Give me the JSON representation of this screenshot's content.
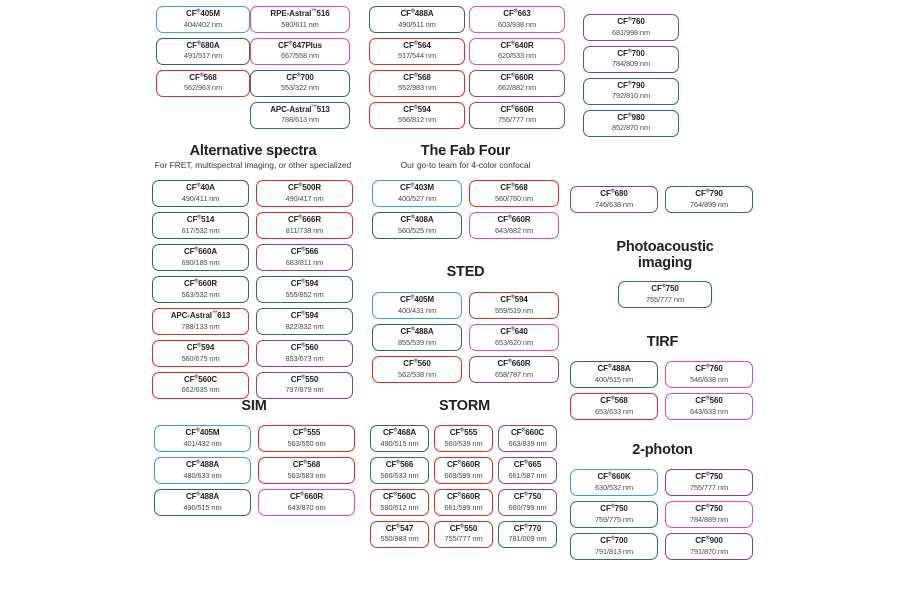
{
  "page": {
    "background": "#ffffff",
    "palette": {
      "blue": "#3d9ee0",
      "green": "#2f6b4f",
      "red": "#e02b2b",
      "magenta": "#e0499b",
      "pink": "#ec4a9a",
      "purple": "#8d3f8f",
      "teal": "#2c6f6b",
      "darkred": "#c0392b",
      "grey": "#808080"
    }
  },
  "sections": [
    {
      "id": "top-col-1",
      "title": "",
      "subtitle": "",
      "columns": 1,
      "cards": [
        {
          "name": "CF",
          "sup": "®",
          "suffix": "405M",
          "spec": "404/402 nm",
          "color": "blue"
        },
        {
          "name": "CF",
          "sup": "®",
          "suffix": "680A",
          "spec": "491/517 nm",
          "color": "green"
        },
        {
          "name": "CF",
          "sup": "®",
          "suffix": "568",
          "spec": "562/963 nm",
          "color": "red"
        }
      ]
    },
    {
      "id": "top-col-2",
      "title": "",
      "subtitle": "",
      "columns": 1,
      "cards": [
        {
          "name": "RPE-Astral",
          "sup": "™",
          "suffix": "516",
          "spec": "580/611 nm",
          "color": "pink"
        },
        {
          "name": "CF",
          "sup": "®",
          "suffix": "647Plus",
          "spec": "667/558 nm",
          "color": "magenta"
        },
        {
          "name": "CF",
          "sup": "®",
          "suffix": "700",
          "spec": "553/322 nm",
          "color": "teal"
        },
        {
          "name": "APC-Astral",
          "sup": "™",
          "suffix": "513",
          "spec": "788/613 nm",
          "color": "teal"
        }
      ]
    },
    {
      "id": "top-col-3",
      "title": "",
      "subtitle": "",
      "columns": 1,
      "cards": [
        {
          "name": "CF",
          "sup": "®",
          "suffix": "488A",
          "spec": "490/511 nm",
          "color": "green"
        },
        {
          "name": "CF",
          "sup": "®",
          "suffix": "564",
          "spec": "517/544 nm",
          "color": "red"
        },
        {
          "name": "CF",
          "sup": "®",
          "suffix": "568",
          "spec": "552/983 nm",
          "color": "red"
        },
        {
          "name": "CF",
          "sup": "®",
          "suffix": "594",
          "spec": "556/812 nm",
          "color": "red"
        }
      ]
    },
    {
      "id": "top-col-4",
      "title": "",
      "subtitle": "",
      "columns": 1,
      "cards": [
        {
          "name": "CF",
          "sup": "®",
          "suffix": "663",
          "spec": "603/938 nm",
          "color": "pink"
        },
        {
          "name": "CF",
          "sup": "®",
          "suffix": "640R",
          "spec": "620/533 nm",
          "color": "pink"
        },
        {
          "name": "CF",
          "sup": "®",
          "suffix": "660R",
          "spec": "662/882 nm",
          "color": "purple"
        },
        {
          "name": "CF",
          "sup": "®",
          "suffix": "660R",
          "spec": "755/777 nm",
          "color": "purple"
        }
      ]
    },
    {
      "id": "top-col-5",
      "title": "",
      "subtitle": "",
      "columns": 1,
      "cards": [
        {
          "name": "CF",
          "sup": "®",
          "suffix": "760",
          "spec": "681/998 nm",
          "color": "purple"
        },
        {
          "name": "CF",
          "sup": "®",
          "suffix": "700",
          "spec": "784/809 nm",
          "color": "purple"
        },
        {
          "name": "CF",
          "sup": "®",
          "suffix": "790",
          "spec": "792/810 nm",
          "color": "teal"
        },
        {
          "name": "CF",
          "sup": "®",
          "suffix": "980",
          "spec": "852/870 nm",
          "color": "teal"
        }
      ]
    },
    {
      "id": "alternative-spectra",
      "title": "Alternative spectra",
      "subtitle": "For FRET, multispectral imaging, or other specialized",
      "columns": 2,
      "cards": [
        {
          "name": "CF",
          "sup": "®",
          "suffix": "40A",
          "spec": "490/411 nm",
          "color": "green"
        },
        {
          "name": "CF",
          "sup": "®",
          "suffix": "500R",
          "spec": "490/417 nm",
          "color": "red"
        },
        {
          "name": "CF",
          "sup": "®",
          "suffix": "514",
          "spec": "617/532 nm",
          "color": "green"
        },
        {
          "name": "CF",
          "sup": "®",
          "suffix": "666R",
          "spec": "811/738 nm",
          "color": "red"
        },
        {
          "name": "CF",
          "sup": "®",
          "suffix": "660A",
          "spec": "690/185 nm",
          "color": "green"
        },
        {
          "name": "CF",
          "sup": "®",
          "suffix": "566",
          "spec": "683/811 nm",
          "color": "purple"
        },
        {
          "name": "CF",
          "sup": "®",
          "suffix": "660R",
          "spec": "563/532 nm",
          "color": "green"
        },
        {
          "name": "CF",
          "sup": "®",
          "suffix": "594",
          "spec": "555/852 nm",
          "color": "teal"
        },
        {
          "name": "APC-Astral",
          "sup": "™",
          "suffix": "613",
          "spec": "788/133 nm",
          "color": "darkred"
        },
        {
          "name": "CF",
          "sup": "®",
          "suffix": "594",
          "spec": "822/832 nm",
          "color": "teal"
        },
        {
          "name": "CF",
          "sup": "®",
          "suffix": "594",
          "spec": "560/675 nm",
          "color": "red"
        },
        {
          "name": "CF",
          "sup": "®",
          "suffix": "560",
          "spec": "853/673 nm",
          "color": "purple"
        },
        {
          "name": "CF",
          "sup": "®",
          "suffix": "560C",
          "spec": "662/635 nm",
          "color": "red"
        },
        {
          "name": "CF",
          "sup": "®",
          "suffix": "550",
          "spec": "797/879 nm",
          "color": "purple"
        }
      ]
    },
    {
      "id": "fab-four",
      "title": "The Fab Four",
      "subtitle": "Our go-to team for 4-color confocal",
      "columns": 2,
      "cards": [
        {
          "name": "CF",
          "sup": "®",
          "suffix": "403M",
          "spec": "400/527 nm",
          "color": "blue"
        },
        {
          "name": "CF",
          "sup": "®",
          "suffix": "568",
          "spec": "560/760 nm",
          "color": "red"
        },
        {
          "name": "CF",
          "sup": "®",
          "suffix": "408A",
          "spec": "560/525 nm",
          "color": "green"
        },
        {
          "name": "CF",
          "sup": "®",
          "suffix": "660R",
          "spec": "643/682 nm",
          "color": "pink"
        }
      ]
    },
    {
      "id": "sted",
      "title": "STED",
      "subtitle": "",
      "columns": 2,
      "cards": [
        {
          "name": "CF",
          "sup": "®",
          "suffix": "405M",
          "spec": "400/431 nm",
          "color": "blue"
        },
        {
          "name": "CF",
          "sup": "®",
          "suffix": "594",
          "spec": "559/519 nm",
          "color": "darkred"
        },
        {
          "name": "CF",
          "sup": "®",
          "suffix": "488A",
          "spec": "855/539 nm",
          "color": "green"
        },
        {
          "name": "CF",
          "sup": "®",
          "suffix": "640",
          "spec": "653/620 nm",
          "color": "pink"
        },
        {
          "name": "CF",
          "sup": "®",
          "suffix": "560",
          "spec": "562/538 nm",
          "color": "red"
        },
        {
          "name": "CF",
          "sup": "®",
          "suffix": "660R",
          "spec": "658/787 nm",
          "color": "purple"
        }
      ]
    },
    {
      "id": "right-pair",
      "title": "",
      "subtitle": "",
      "columns": 2,
      "cards": [
        {
          "name": "CF",
          "sup": "®",
          "suffix": "680",
          "spec": "746/638 nm",
          "color": "purple"
        },
        {
          "name": "CF",
          "sup": "®",
          "suffix": "790",
          "spec": "764/899 nm",
          "color": "teal"
        }
      ]
    },
    {
      "id": "photoacoustic",
      "title": "Photoacoustic imaging",
      "subtitle": "",
      "columns": 1,
      "cards": [
        {
          "name": "CF",
          "sup": "®",
          "suffix": "750",
          "spec": "755/777 nm",
          "color": "teal"
        }
      ]
    },
    {
      "id": "tirf",
      "title": "TIRF",
      "subtitle": "",
      "columns": 2,
      "cards": [
        {
          "name": "CF",
          "sup": "®",
          "suffix": "488A",
          "spec": "400/515 nm",
          "color": "green"
        },
        {
          "name": "CF",
          "sup": "®",
          "suffix": "760",
          "spec": "546/638 nm",
          "color": "pink"
        },
        {
          "name": "CF",
          "sup": "®",
          "suffix": "568",
          "spec": "653/633 nm",
          "color": "red"
        },
        {
          "name": "CF",
          "sup": "®",
          "suffix": "560",
          "spec": "643/633 nm",
          "color": "pink"
        }
      ]
    },
    {
      "id": "two-photon",
      "title": "2-photon",
      "subtitle": "",
      "columns": 2,
      "cards": [
        {
          "name": "CF",
          "sup": "®",
          "suffix": "660K",
          "spec": "630/532 nm",
          "color": "blue"
        },
        {
          "name": "CF",
          "sup": "®",
          "suffix": "750",
          "spec": "755/777 nm",
          "color": "purple"
        },
        {
          "name": "CF",
          "sup": "®",
          "suffix": "750",
          "spec": "759/775 nm",
          "color": "teal"
        },
        {
          "name": "CF",
          "sup": "®",
          "suffix": "750",
          "spec": "784/889 nm",
          "color": "pink"
        },
        {
          "name": "CF",
          "sup": "®",
          "suffix": "700",
          "spec": "791/813 nm",
          "color": "teal"
        },
        {
          "name": "CF",
          "sup": "®",
          "suffix": "900",
          "spec": "791/870 nm",
          "color": "purple"
        }
      ]
    },
    {
      "id": "sim",
      "title": "SIM",
      "subtitle": "",
      "columns": 2,
      "cards": [
        {
          "name": "CF",
          "sup": "®",
          "suffix": "405M",
          "spec": "401/432 nm",
          "color": "blue"
        },
        {
          "name": "CF",
          "sup": "®",
          "suffix": "555",
          "spec": "563/550 nm",
          "color": "red"
        },
        {
          "name": "CF",
          "sup": "®",
          "suffix": "488A",
          "spec": "480/633 nm",
          "color": "blue"
        },
        {
          "name": "CF",
          "sup": "®",
          "suffix": "568",
          "spec": "563/583 nm",
          "color": "red"
        },
        {
          "name": "CF",
          "sup": "®",
          "suffix": "488A",
          "spec": "490/515 nm",
          "color": "green"
        },
        {
          "name": "CF",
          "sup": "®",
          "suffix": "660R",
          "spec": "643/870 nm",
          "color": "pink"
        }
      ]
    },
    {
      "id": "storm",
      "title": "STORM",
      "subtitle": "",
      "columns": 3,
      "cards": [
        {
          "name": "CF",
          "sup": "®",
          "suffix": "468A",
          "spec": "490/515 nm",
          "color": "green"
        },
        {
          "name": "CF",
          "sup": "®",
          "suffix": "555",
          "spec": "560/539 nm",
          "color": "red"
        },
        {
          "name": "CF",
          "sup": "®",
          "suffix": "660C",
          "spec": "663/839 nm",
          "color": "purple"
        },
        {
          "name": "CF",
          "sup": "®",
          "suffix": "566",
          "spec": "566/533 nm",
          "color": "teal"
        },
        {
          "name": "CF",
          "sup": "®",
          "suffix": "660R",
          "spec": "669/599 nm",
          "color": "red"
        },
        {
          "name": "CF",
          "sup": "®",
          "suffix": "665",
          "spec": "661/587 nm",
          "color": "purple"
        },
        {
          "name": "CF",
          "sup": "®",
          "suffix": "560C",
          "spec": "590/612 nm",
          "color": "darkred"
        },
        {
          "name": "CF",
          "sup": "®",
          "suffix": "660R",
          "spec": "661/599 nm",
          "color": "red"
        },
        {
          "name": "CF",
          "sup": "®",
          "suffix": "750",
          "spec": "660/799 nm",
          "color": "purple"
        },
        {
          "name": "CF",
          "sup": "®",
          "suffix": "547",
          "spec": "550/983 nm",
          "color": "darkred"
        },
        {
          "name": "CF",
          "sup": "®",
          "suffix": "550",
          "spec": "755/777 nm",
          "color": "darkred"
        },
        {
          "name": "CF",
          "sup": "®",
          "suffix": "770",
          "spec": "781/009 nm",
          "color": "teal"
        }
      ]
    }
  ]
}
